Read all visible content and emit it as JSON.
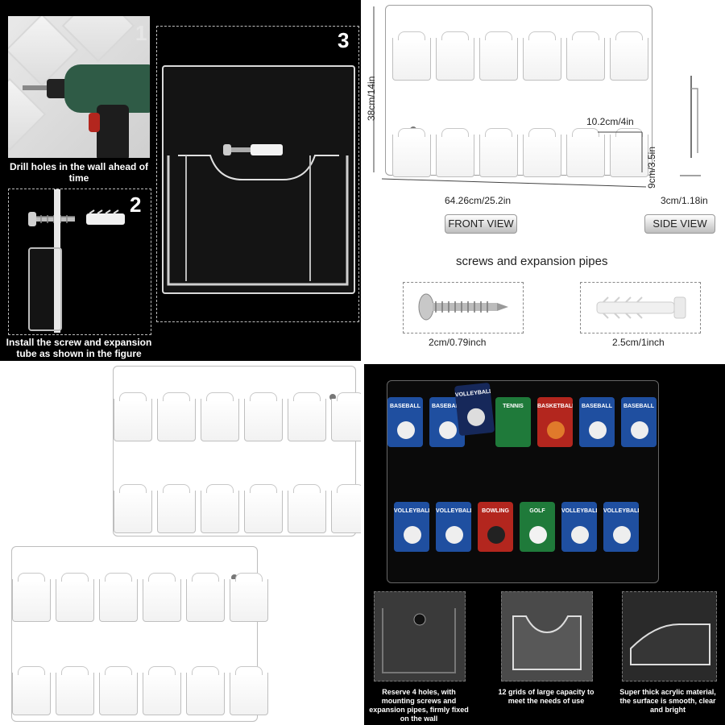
{
  "q1": {
    "step1_num": "1",
    "step2_num": "2",
    "step3_num": "3",
    "caption1": "Drill holes in the wall ahead of time",
    "caption2": "Install the screw and expansion tube as shown in the figure"
  },
  "q2": {
    "height_label": "38cm/14in",
    "pocket_width": "10.2cm/4in",
    "pocket_height": "9cm/3.5in",
    "width_label": "64.26cm/25.2in",
    "depth_label": "3cm/1.18in",
    "front_view": "FRONT VIEW",
    "side_view": "SIDE VIEW",
    "subtitle": "screws and expansion pipes",
    "screw_size": "2cm/0.79inch",
    "pipe_size": "2.5cm/1inch"
  },
  "q4": {
    "cards_top": [
      "BASEBALL",
      "BASEBALL",
      "VOLLEYBALL",
      "TENNIS",
      "BASKETBALL",
      "BASEBALL",
      "BASEBALL"
    ],
    "cards_bottom": [
      "VOLLEYBALL",
      "VOLLEYBALL",
      "BOWLING",
      "GOLF",
      "VOLLEYBALL",
      "VOLLEYBALL"
    ],
    "caption1": "Reserve 4 holes, with mounting screws and expansion pipes, firmly fixed on the wall",
    "caption2": "12 grids of large capacity to meet the needs of use",
    "caption3": "Super thick acrylic material, the surface is smooth, clear and bright"
  },
  "colors": {
    "dark_bg": "#000000",
    "drill_green": "#2f5b46",
    "card_blue": "#1f4fa0",
    "card_red": "#b3261e",
    "card_green": "#1f7a3a"
  }
}
